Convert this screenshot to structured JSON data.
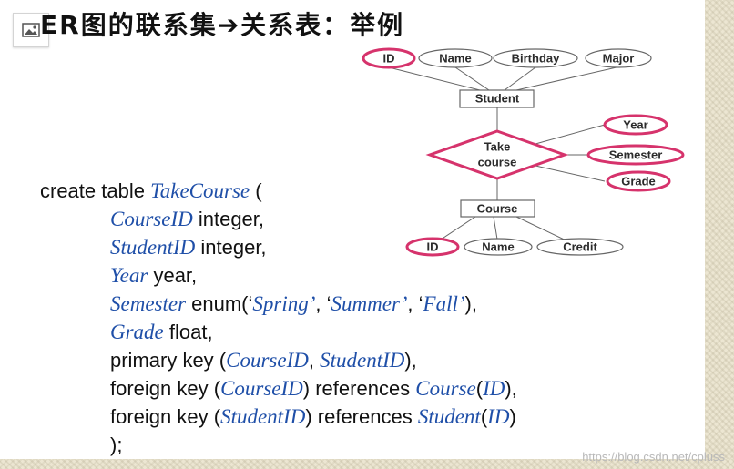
{
  "title": "ER图的联系集➔关系表：举例",
  "image_icon": "image-placeholder-icon",
  "diagram": {
    "top_attributes": [
      "ID",
      "Name",
      "Birthday",
      "Major"
    ],
    "student": "Student",
    "relationship": [
      "Take",
      "course"
    ],
    "relationship_attributes": [
      "Year",
      "Semester",
      "Grade"
    ],
    "course": "Course",
    "bottom_attributes": [
      "ID",
      "Name",
      "Credit"
    ],
    "highlight_color": "#d6336c"
  },
  "code": {
    "line1": {
      "kw": "create table ",
      "name": "TakeCourse",
      "tail": " ("
    },
    "line2": {
      "name": "CourseID",
      "kw": " integer,"
    },
    "line3": {
      "name": "StudentID",
      "kw": " integer,"
    },
    "line4": {
      "name": "Year",
      "kw": " year,"
    },
    "line5": {
      "name": "Semester",
      "kw1": " enum(‘",
      "v1": "Spring’",
      "sep1": ", ‘",
      "v2": "Summer’",
      "sep2": ", ‘",
      "v3": "Fall’",
      "tail": "),"
    },
    "line6": {
      "name": "Grade",
      "kw": " float,"
    },
    "line7": {
      "kw": "primary key (",
      "a": "CourseID",
      "sep": ", ",
      "b": "StudentID",
      "tail": "),"
    },
    "line8": {
      "kw": "foreign key (",
      "a": "CourseID",
      "mid": ") references ",
      "table": "Course",
      "open": "(",
      "col": "ID",
      "tail": "),"
    },
    "line9": {
      "kw": "foreign key (",
      "a": "StudentID",
      "mid": ") references ",
      "table": "Student",
      "open": "(",
      "col": "ID",
      "tail": ")"
    },
    "line10": {
      "kw": ");"
    }
  },
  "watermark": "https://blog.csdn.net/cpluss"
}
